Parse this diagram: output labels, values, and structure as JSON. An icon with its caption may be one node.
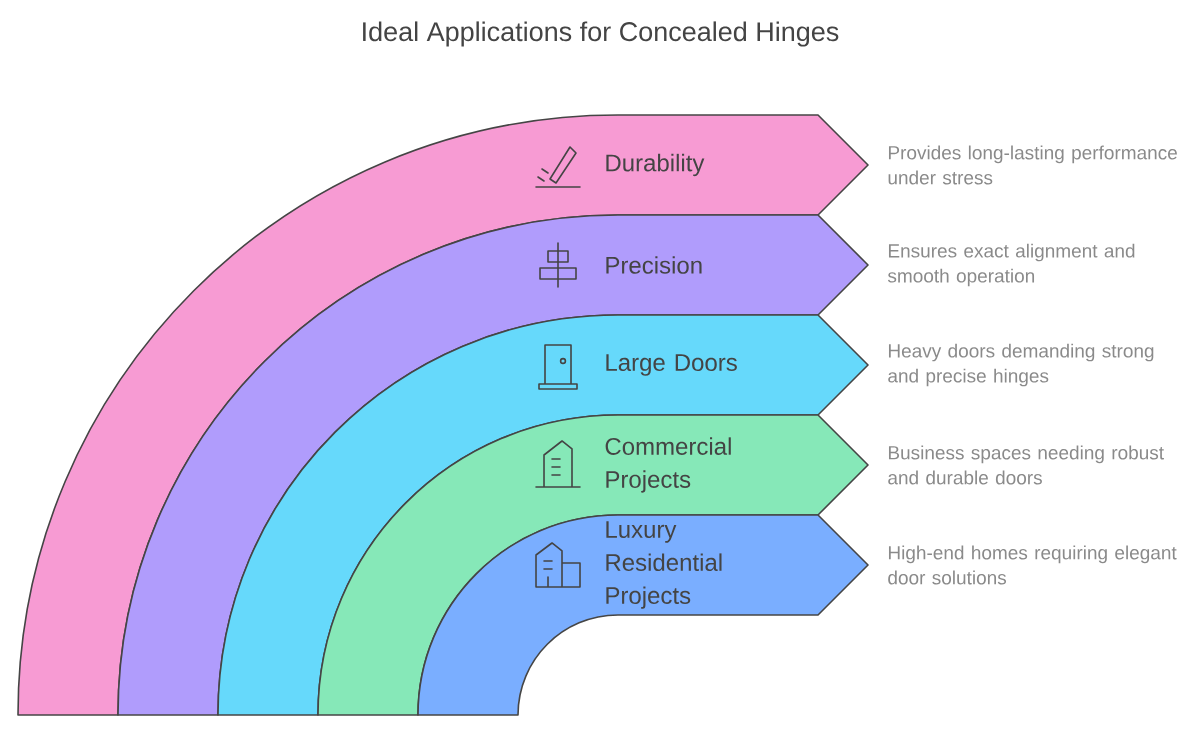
{
  "diagram": {
    "title": "Ideal Applications for Concealed Hinges",
    "nodes": [
      {
        "text": [
          "Durability"
        ],
        "beside": [
          "Provides long-lasting performance under stress"
        ]
      },
      {
        "text": [
          "Precision"
        ],
        "beside": [
          "Ensures exact alignment and smooth operation"
        ]
      },
      {
        "text": [
          "Large Doors"
        ],
        "beside": [
          "Heavy doors demanding strong and precise hinges"
        ]
      },
      {
        "text": [
          "Commercial Projects"
        ],
        "beside": [
          "Business spaces needing robust and durable doors"
        ]
      },
      {
        "text": [
          "Luxury Residential Projects"
        ],
        "beside": [
          "High-end homes requiring elegant door solutions"
        ]
      }
    ]
  }
}
